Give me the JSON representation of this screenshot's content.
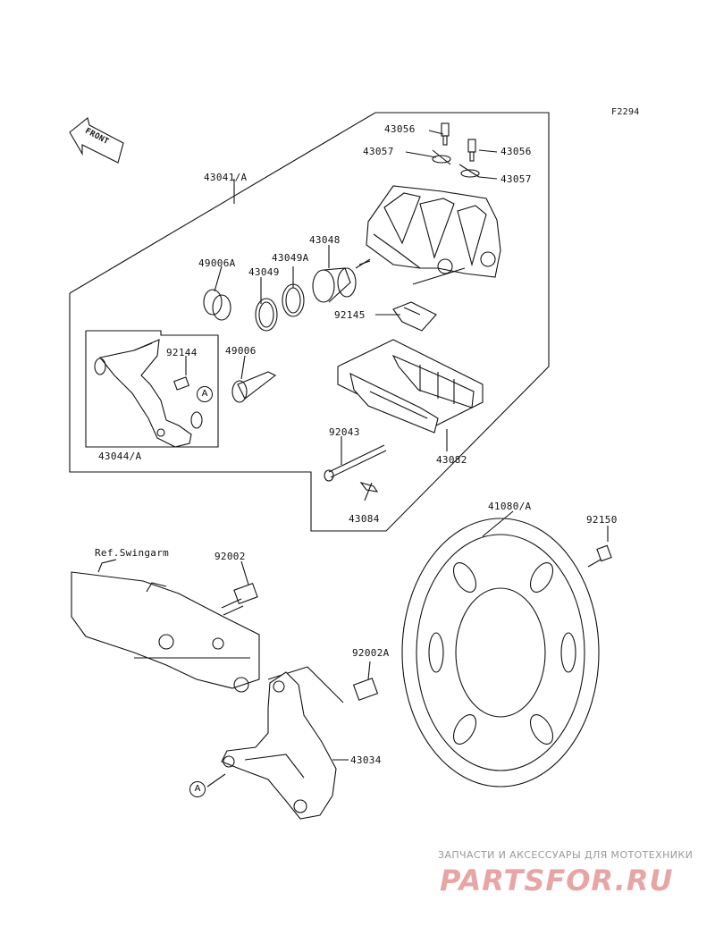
{
  "figure_code": "F2294",
  "front_label": "FRONT",
  "ref_label": "Ref.Swingarm",
  "callout_letter": "A",
  "part_labels": {
    "p43056_top": "43056",
    "p43057_left": "43057",
    "p43056_right": "43056",
    "p43057_right": "43057",
    "p43041": "43041/A",
    "p43048": "43048",
    "p49006a": "49006A",
    "p43049a": "43049A",
    "p43049": "43049",
    "p92145": "92145",
    "p92144": "92144",
    "p49006": "49006",
    "p43044": "43044/A",
    "p92043": "92043",
    "p43082": "43082",
    "p43084": "43084",
    "p41080": "41080/A",
    "p92150": "92150",
    "p92002": "92002",
    "p92002a": "92002A",
    "p43034": "43034"
  },
  "watermark": {
    "line1": "ЗАПЧАСТИ И АКСЕССУАРЫ ДЛЯ МОТОТЕХНИКИ",
    "line2": "PARTSFOR.RU"
  },
  "colors": {
    "line": "#111111",
    "watermark_red": "#e8a5a5",
    "watermark_gray": "#999999"
  }
}
